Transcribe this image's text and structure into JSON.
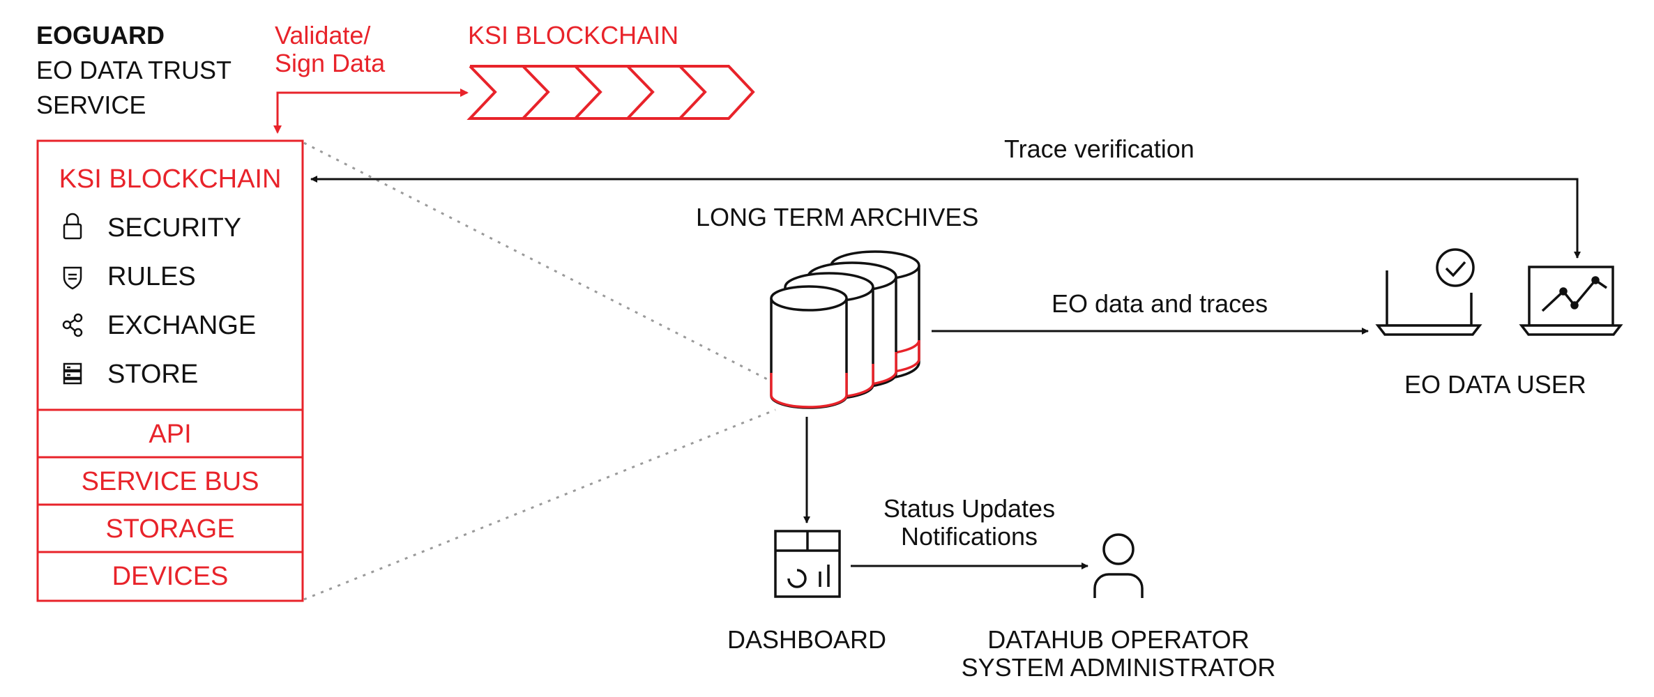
{
  "service": {
    "name": "EOGUARD",
    "subtitle_line1": "EO DATA TRUST",
    "subtitle_line2": "SERVICE"
  },
  "validate": {
    "line1": "Validate/",
    "line2": "Sign Data"
  },
  "blockchain_header": "KSI BLOCKCHAIN",
  "panel": {
    "title": "KSI BLOCKCHAIN",
    "items": [
      {
        "label": "SECURITY",
        "icon": "lock-icon"
      },
      {
        "label": "RULES",
        "icon": "shield-icon"
      },
      {
        "label": "EXCHANGE",
        "icon": "share-icon"
      },
      {
        "label": "STORE",
        "icon": "server-icon"
      }
    ],
    "layers": [
      "API",
      "SERVICE BUS",
      "STORAGE",
      "DEVICES"
    ]
  },
  "trace_verification": "Trace verification",
  "archives": "LONG TERM ARCHIVES",
  "eo_data_traces": "EO data and traces",
  "eo_data_user": "EO DATA USER",
  "status": {
    "line1": "Status Updates",
    "line2": "Notifications"
  },
  "dashboard": "DASHBOARD",
  "operator": {
    "line1": "DATAHUB OPERATOR",
    "line2": "SYSTEM ADMINISTRATOR"
  },
  "colors": {
    "accent": "#e8232a",
    "ink": "#111111",
    "dotted": "#9a9a9a"
  }
}
